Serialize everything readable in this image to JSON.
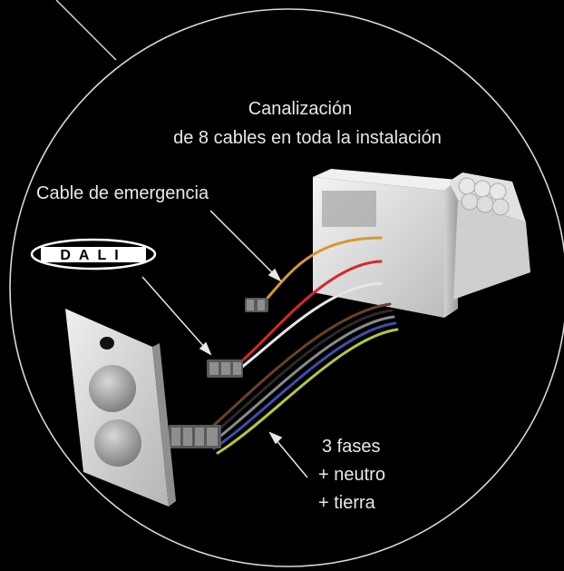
{
  "labels": {
    "canalizacion_line1": "Canalización",
    "canalizacion_line2": "de 8 cables en toda la instalación",
    "emergencia": "Cable de emergencia",
    "dali": "DALI",
    "fases_line1": "3 fases",
    "fases_line2": "+ neutro",
    "fases_line3": "+ tierra"
  },
  "colors": {
    "background": "#000000",
    "text": "#e8e8e8",
    "circle_stroke": "#d8d8d8",
    "wire_orange": "#d9962f",
    "wire_red": "#d8262b",
    "wire_white": "#e6e6e6",
    "wire_brown": "#6b4226",
    "wire_black": "#1a1a1a",
    "wire_gray": "#8a8a8a",
    "wire_blue": "#3b4fb0",
    "wire_green_yellow": "#b4c83c"
  }
}
